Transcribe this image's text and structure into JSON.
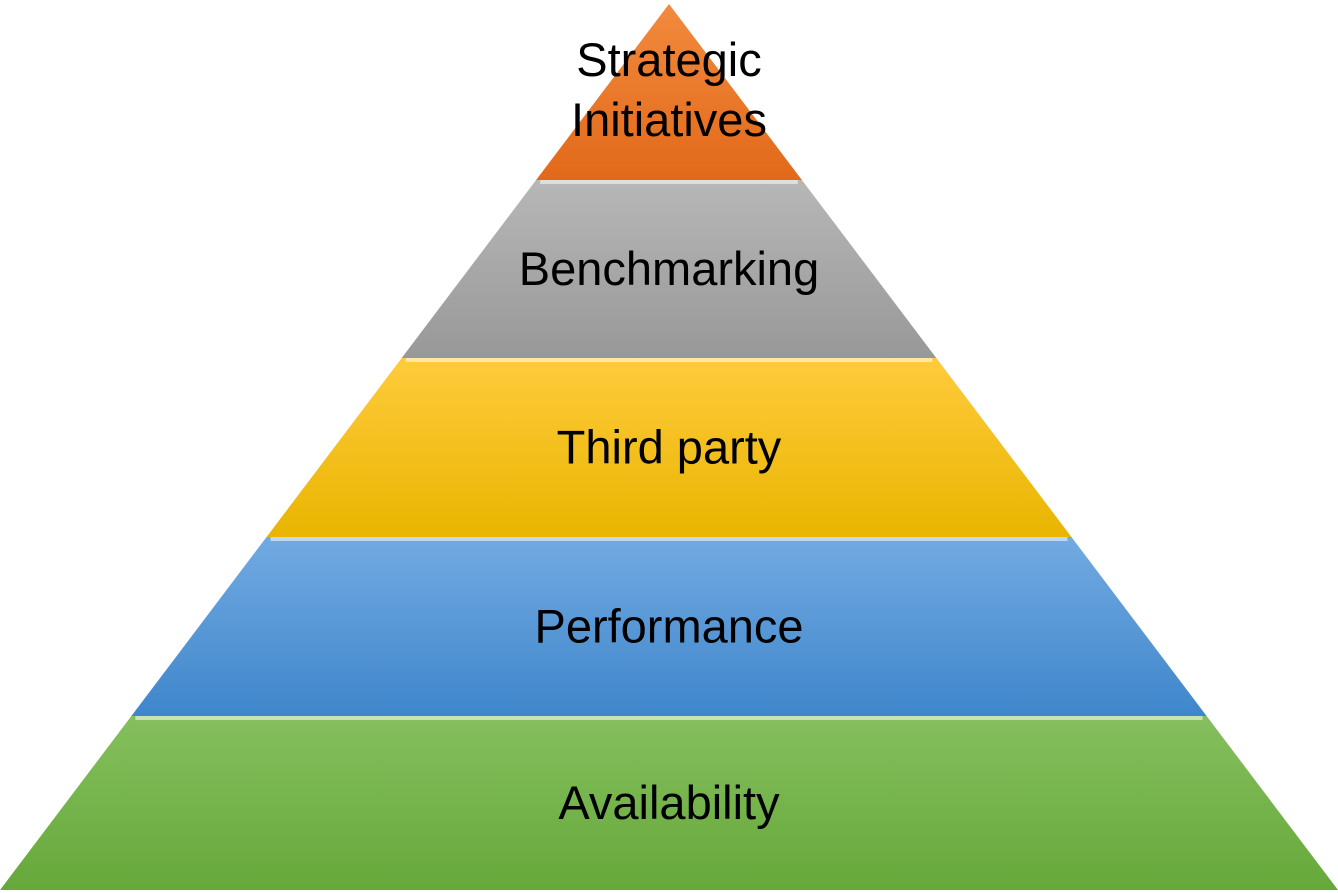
{
  "pyramid": {
    "tiers": [
      {
        "label_lines": [
          "Strategic",
          "Initiatives"
        ],
        "color_top": "#F28A3E",
        "color_bottom": "#E2691A"
      },
      {
        "label_lines": [
          "Benchmarking"
        ],
        "color_top": "#B7B7B7",
        "color_bottom": "#989898"
      },
      {
        "label_lines": [
          "Third party"
        ],
        "color_top": "#FFCB3C",
        "color_bottom": "#E9B500"
      },
      {
        "label_lines": [
          "Performance"
        ],
        "color_top": "#72AAE2",
        "color_bottom": "#3F86CB"
      },
      {
        "label_lines": [
          "Availability"
        ],
        "color_top": "#85BF5E",
        "color_bottom": "#66A83A"
      }
    ]
  }
}
